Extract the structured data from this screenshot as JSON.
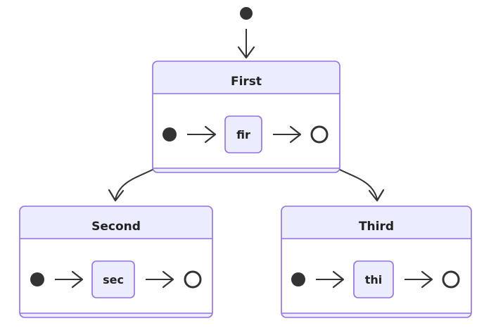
{
  "diagram": {
    "type": "state-diagram",
    "colors": {
      "state_fill": "#ececff",
      "state_border": "#9370db",
      "line": "#333333",
      "initial_dot": "#333333",
      "background": "#ffffff"
    },
    "states": {
      "first": {
        "title": "First",
        "inner_state": "fir"
      },
      "second": {
        "title": "Second",
        "inner_state": "sec"
      },
      "third": {
        "title": "Third",
        "inner_state": "thi"
      }
    },
    "transitions": [
      {
        "from": "start",
        "to": "First"
      },
      {
        "from": "First",
        "to": "Second"
      },
      {
        "from": "First",
        "to": "Third"
      }
    ]
  }
}
